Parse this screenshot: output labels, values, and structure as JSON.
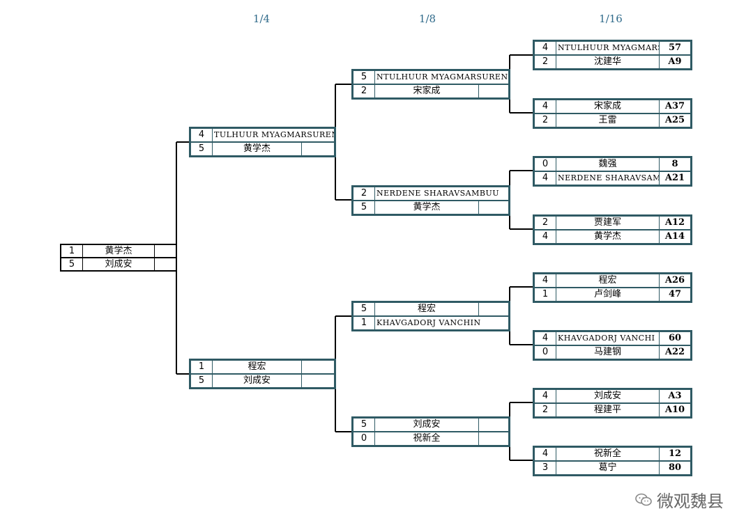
{
  "headers": {
    "qf": "1/4",
    "r8": "1/8",
    "r16": "1/16"
  },
  "final": {
    "p1": {
      "score": "1",
      "name": "黄学杰"
    },
    "p2": {
      "score": "5",
      "name": "刘成安"
    }
  },
  "qf": [
    {
      "p1": {
        "score": "4",
        "name": "TULHUUR  MYAGMARSUREN"
      },
      "p2": {
        "score": "5",
        "name": "黄学杰"
      }
    },
    {
      "p1": {
        "score": "1",
        "name": "程宏"
      },
      "p2": {
        "score": "5",
        "name": "刘成安"
      }
    }
  ],
  "r8": [
    {
      "p1": {
        "score": "5",
        "name": "NTULHUUR  MYAGMARSUREN"
      },
      "p2": {
        "score": "2",
        "name": "宋家成"
      }
    },
    {
      "p1": {
        "score": "2",
        "name": "NERDENE  SHARAVSAMBUU"
      },
      "p2": {
        "score": "5",
        "name": "黄学杰"
      }
    },
    {
      "p1": {
        "score": "5",
        "name": "程宏"
      },
      "p2": {
        "score": "1",
        "name": "KHAVGADORJ  VANCHIN"
      }
    },
    {
      "p1": {
        "score": "5",
        "name": "刘成安"
      },
      "p2": {
        "score": "0",
        "name": "祝新全"
      }
    }
  ],
  "r16": [
    {
      "p1": {
        "score": "4",
        "name": "NTULHUUR  MYAGMARS",
        "seed": "57"
      },
      "p2": {
        "score": "2",
        "name": "沈建华",
        "seed": "A9"
      }
    },
    {
      "p1": {
        "score": "4",
        "name": "宋家成",
        "seed": "A37"
      },
      "p2": {
        "score": "2",
        "name": "王雷",
        "seed": "A25"
      }
    },
    {
      "p1": {
        "score": "0",
        "name": "魏强",
        "seed": "8"
      },
      "p2": {
        "score": "4",
        "name": "NERDENE  SHARAVSAMI",
        "seed": "A21"
      }
    },
    {
      "p1": {
        "score": "2",
        "name": "贾建军",
        "seed": "A12"
      },
      "p2": {
        "score": "4",
        "name": "黄学杰",
        "seed": "A14"
      }
    },
    {
      "p1": {
        "score": "4",
        "name": "程宏",
        "seed": "A26"
      },
      "p2": {
        "score": "1",
        "name": "卢剑峰",
        "seed": "47"
      }
    },
    {
      "p1": {
        "score": "4",
        "name": "KHAVGADORJ  VANCHI",
        "seed": "60"
      },
      "p2": {
        "score": "0",
        "name": "马建钢",
        "seed": "A22"
      }
    },
    {
      "p1": {
        "score": "4",
        "name": "刘成安",
        "seed": "A3"
      },
      "p2": {
        "score": "2",
        "name": "程建平",
        "seed": "A10"
      }
    },
    {
      "p1": {
        "score": "4",
        "name": "祝新全",
        "seed": "12"
      },
      "p2": {
        "score": "3",
        "name": "葛宁",
        "seed": "80"
      }
    }
  ],
  "watermark": {
    "text": "微观魏县",
    "icon": "wechat-icon"
  }
}
